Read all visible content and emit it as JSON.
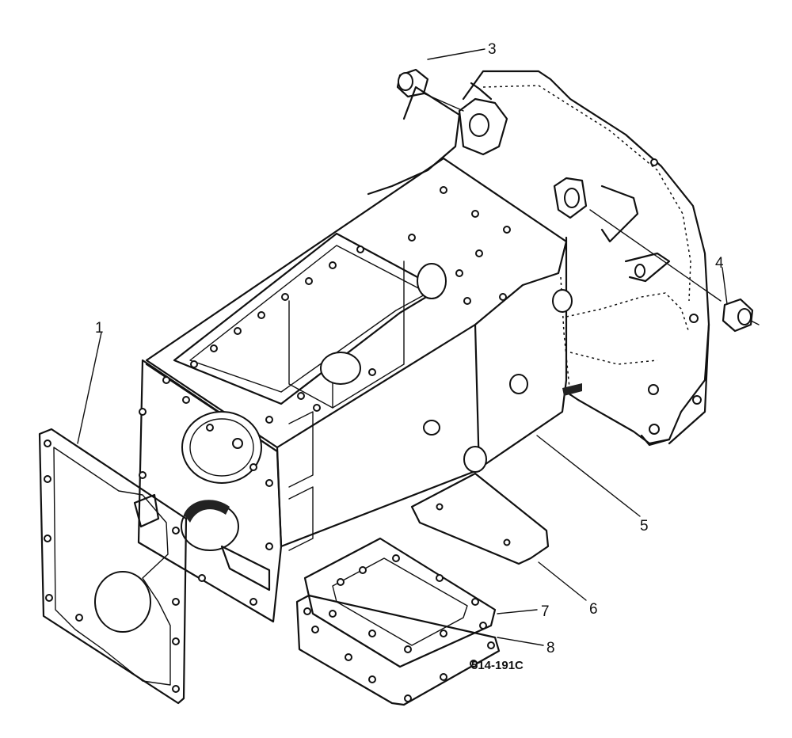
{
  "callouts": {
    "c1": "1",
    "c3": "3",
    "c4": "4",
    "c5": "5",
    "c6": "6",
    "c7": "7",
    "c8": "8"
  },
  "reference_number": "514-191C"
}
